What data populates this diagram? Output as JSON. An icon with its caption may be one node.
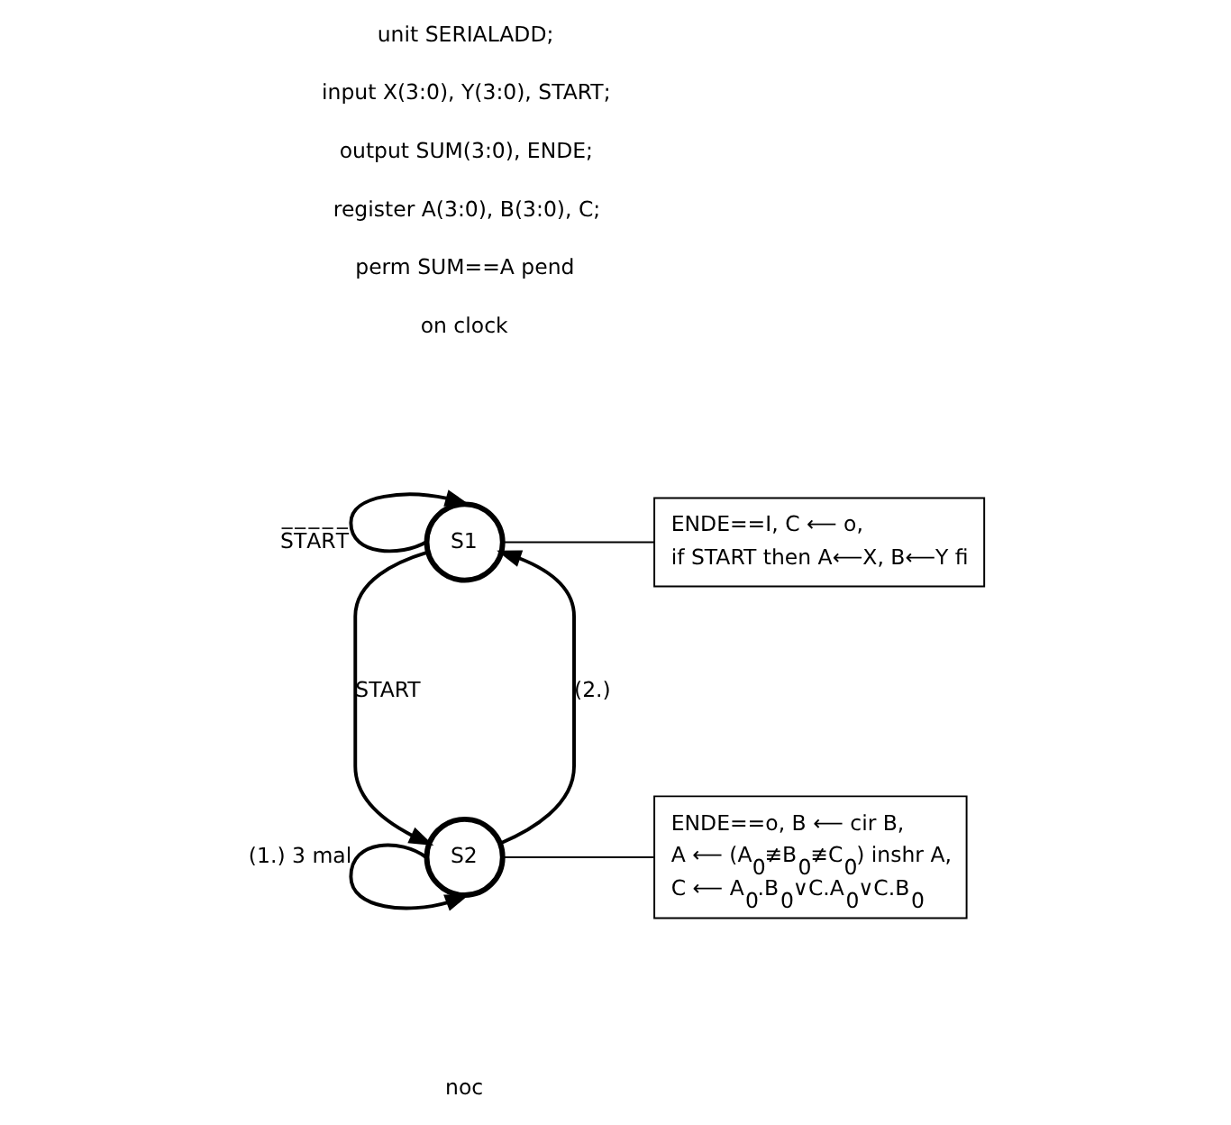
{
  "diagram": {
    "nodes": [
      {
        "text": [
          "S1"
        ]
      },
      {
        "text": [
          "S2"
        ]
      },
      {
        "text": [
          "ENDE==I, C ⟵ o,",
          "if START then A⟵X, B⟵Y fi"
        ]
      },
      {
        "text": [
          "ENDE==o, B ⟵ cir B,",
          "A ⟵ (A$_{0}$≢B$_{0}$≢C$_{0}$) inshr A,",
          "C ⟵ A$_{0}$.B$_{0}$∨C.A$_{0}$∨C.B$_{0}$"
        ]
      }
    ],
    "edges": [
      {
        "from": 0,
        "to": 0,
        "arrow": "to",
        "label": "S̅T̅A̅R̅T̅"
      },
      {
        "from": 0,
        "to": 1,
        "arrow": "to",
        "label": "START"
      },
      {
        "from": 1,
        "to": 0,
        "arrow": "to",
        "label": "(2.)"
      },
      {
        "from": 1,
        "to": 1,
        "arrow": "to",
        "label": "(1.) 3 mal"
      },
      {
        "from": 0,
        "to": 2,
        "arrow": "none"
      },
      {
        "from": 1,
        "to": 3,
        "arrow": "none"
      }
    ],
    "labels": [
      "unit SERIALADD;",
      "input X(3:0), Y(3:0), START;",
      "output SUM(3:0), ENDE;",
      "register A(3:0), B(3:0), C;",
      "perm SUM==A pend",
      "on clock",
      "noc"
    ]
  }
}
